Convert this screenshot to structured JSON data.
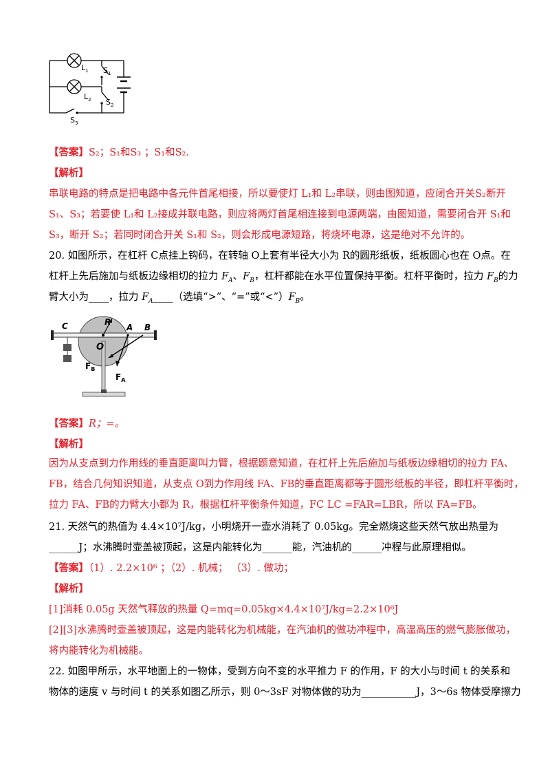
{
  "q19": {
    "figure_labels": {
      "L1": "L",
      "L1_sub": "1",
      "L2": "L",
      "L2_sub": "2",
      "S1": "S",
      "S1_sub": "1",
      "S2": "S",
      "S2_sub": "2",
      "S3": "S",
      "S3_sub": "3"
    },
    "answer_tag": "【答案】",
    "answer_text": "S₂；S₁和S₃ ；S₁和S₂.",
    "analysis_tag": "【解析】",
    "analysis_lines": [
      "串联电路的特点是把电路中各元件首尾相接，所以要使灯 L₁和 L₂串联，则由图知道，应闭合开关S₂断开",
      "S₁、S₃；若要使 L₁和 L₂接成并联电路，则应将两灯首尾相连接到电源两端，由图知道，需要闭合开 S₁和",
      "S₃，断开 S₂；若同时闭合开关 S₁和 S₂，则会形成电源短路，将烧坏电源，这是绝对不允许的。"
    ]
  },
  "q20": {
    "lines": [
      "20.  如图所示，在杠杆 C点挂上钩码，在转轴 O上套有半径大小为 R的圆形纸板，纸板圆心也在 O点。在",
      "杠杆上先后施加与纸板边缘相切的拉力 F",
      "臂大小为____，拉力 F"
    ],
    "line2_parts": [
      "杠杆上先后施加与纸板边缘相切的拉力 ",
      "F",
      "A",
      "、",
      "F",
      "B",
      "，杠杆都能在水平位置保持平衡。杠杆平衡时，拉力 ",
      "F",
      "B",
      "的力"
    ],
    "line3_parts": [
      "臂大小为____，拉力 ",
      "F",
      "A",
      "____（选填“>”、“=”或“<”）",
      "F",
      "B",
      "。"
    ],
    "figure_labels": {
      "C": "C",
      "R": "R",
      "A": "A",
      "B": "B",
      "O": "O",
      "FB": "F",
      "FB_sub": "B",
      "FA": "F",
      "FA_sub": "A"
    },
    "answer_tag": "【答案】",
    "answer_text": "R；=。",
    "analysis_tag": "【解析】",
    "analysis_lines": [
      "因为从支点到力作用线的垂直距离叫力臂，根据题意知道，在杠杆上先后施加与纸板边缘相切的拉力 FA、",
      "FB，结合几何知识知道，从支点 O到力作用线 FA、FB的垂直距离都等于圆形纸板的半径，即杠杆平衡时，",
      "拉力 FA、FB的力臂大小都为 R，根据杠杆平衡条件知道，FC LC =FAR=LBR，所以 FA=FB。"
    ]
  },
  "q21": {
    "line1": "21.  天然气的热值为 4.4×10⁷J/kg，小明烧开一壶水消耗了 0.05kg。完全燃烧这些天然气放出热量为",
    "line2": "______J；水沸腾时壶盖被顶起，这是内能转化为______能，汽油机的______冲程与此原理相似。",
    "answer_tag": "【答案】",
    "answer_text": "（1）. 2.2×10⁶ ；（2）. 机械；  （3）. 做功；",
    "analysis_tag": "【解析】",
    "analysis_lines": [
      "[1]消耗 0.05g 天然气释放的热量 Q=mq=0.05kg×4.4×10⁷J/kg=2.2×10⁶J",
      "[2][3]水沸腾时壶盖被顶起，这是内能转化为机械能，在汽油机的做功冲程中，高温高压的燃气膨胀做功，",
      "将内能转化为机械能。"
    ]
  },
  "q22": {
    "lines": [
      "22.  如图甲所示，水平地面上的一物体，受到方向不变的水平推力 F 的作用，F 的大小与时间 t 的关系和",
      "物体的速度 v 与时间 t 的关系如图乙所示，则 0～3sF 对物体做的功为___________J，3～6s 物体受摩擦力"
    ]
  }
}
